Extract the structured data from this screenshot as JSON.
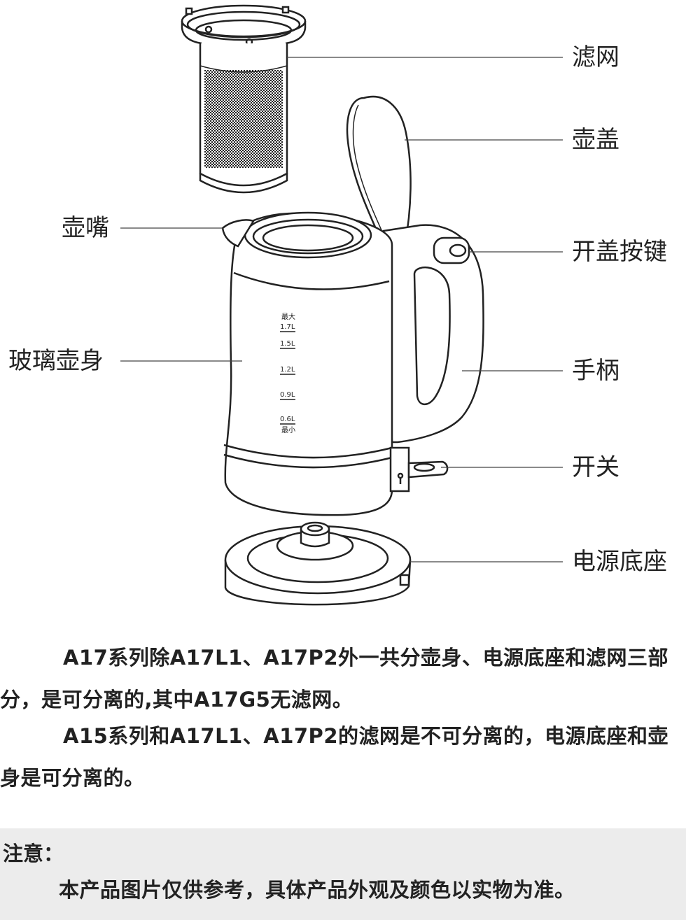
{
  "labels": {
    "filter": "滤网",
    "lid": "壶盖",
    "spout": "壶嘴",
    "lid_button": "开盖按键",
    "glass_body": "玻璃壶身",
    "handle": "手柄",
    "switch": "开关",
    "power_base": "电源底座"
  },
  "scale_marks": {
    "max_label": "最大",
    "min_label": "最小",
    "levels": [
      "1.7L",
      "1.5L",
      "1.2L",
      "0.9L",
      "0.6L"
    ]
  },
  "paragraphs": [
    "A17系列除A17L1、A17P2外一共分壶身、电源底座和滤网三部分，是可分离的,其中A17G5无滤网。",
    "A15系列和A17L1、A17P2的滤网是不可分离的，电源底座和壶身是可分离的。"
  ],
  "note": {
    "title": "注意：",
    "text": "本产品图片仅供参考，具体产品外观及颜色以实物为准。"
  }
}
